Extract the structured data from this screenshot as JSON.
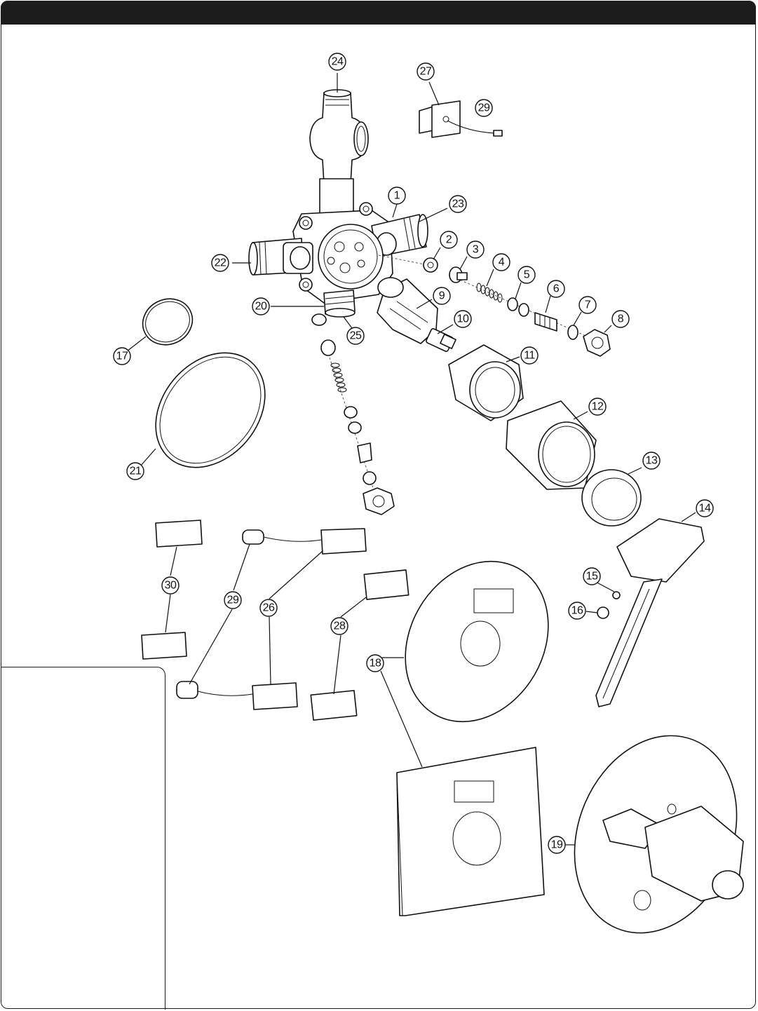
{
  "callouts": [
    {
      "label": "1"
    },
    {
      "label": "2"
    },
    {
      "label": "3"
    },
    {
      "label": "4"
    },
    {
      "label": "5"
    },
    {
      "label": "6"
    },
    {
      "label": "7"
    },
    {
      "label": "8"
    },
    {
      "label": "9"
    },
    {
      "label": "10"
    },
    {
      "label": "11"
    },
    {
      "label": "12"
    },
    {
      "label": "13"
    },
    {
      "label": "14"
    },
    {
      "label": "15"
    },
    {
      "label": "16"
    },
    {
      "label": "17"
    },
    {
      "label": "18"
    },
    {
      "label": "19"
    },
    {
      "label": "20"
    },
    {
      "label": "21"
    },
    {
      "label": "22"
    },
    {
      "label": "23"
    },
    {
      "label": "24"
    },
    {
      "label": "25"
    },
    {
      "label": "26"
    },
    {
      "label": "26"
    },
    {
      "label": "27"
    },
    {
      "label": "28"
    },
    {
      "label": "28"
    },
    {
      "label": "29"
    },
    {
      "label": "29"
    },
    {
      "label": "30"
    },
    {
      "label": "30"
    }
  ],
  "colors": {
    "header_bar": "#1c1c1c",
    "line": "#111111",
    "background": "#ffffff"
  }
}
